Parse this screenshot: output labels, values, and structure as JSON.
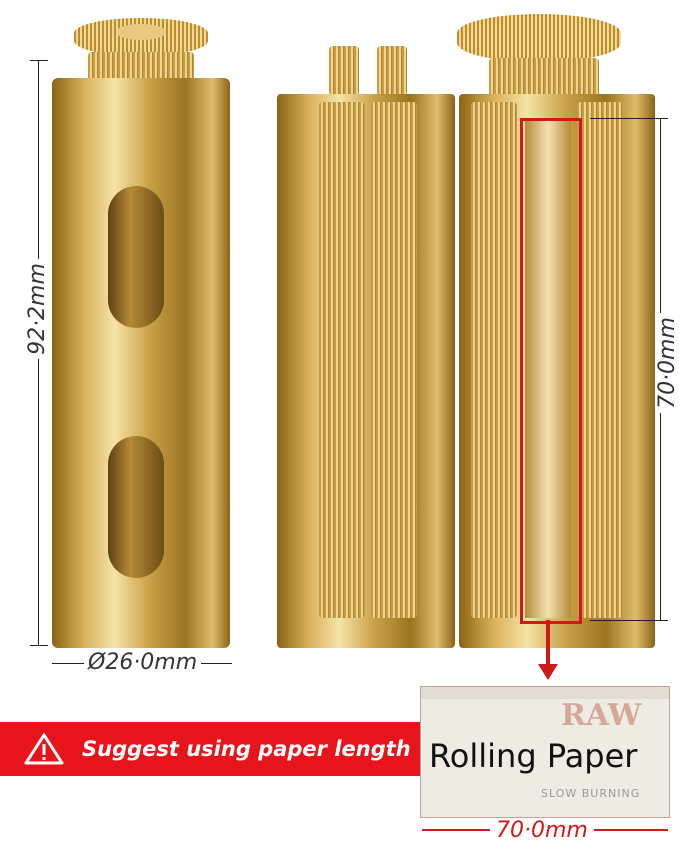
{
  "dimensions": {
    "height_label": "92·2mm",
    "diameter_label": "Ø26·0mm",
    "inner_length_label": "70·0mm",
    "paper_length_label": "70·0mm"
  },
  "banner": {
    "text": "Suggest using paper length",
    "icon": "warning-triangle-icon",
    "color": "#e8141b"
  },
  "paper": {
    "label": "Rolling Paper",
    "brand": "RAW",
    "brand_sub": "SLOW BURNING"
  },
  "colors": {
    "gold": "#d4ac55",
    "highlight": "#d01a1a"
  }
}
